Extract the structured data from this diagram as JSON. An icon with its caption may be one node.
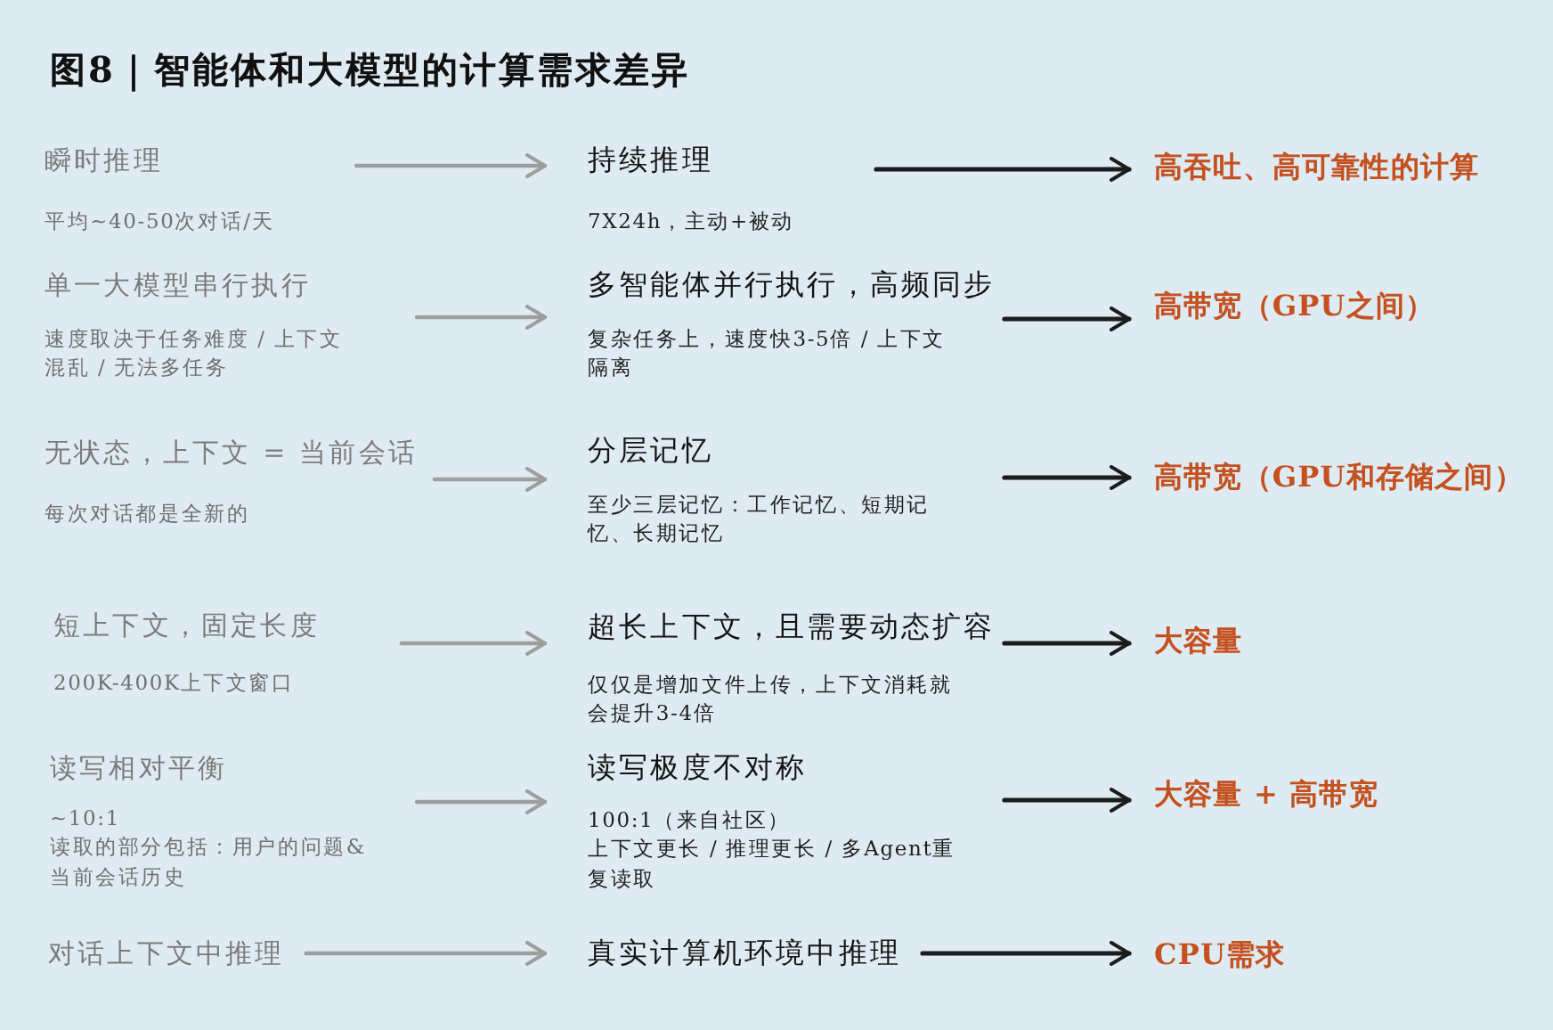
{
  "diagram": {
    "title": "图8｜智能体和大模型的计算需求差异",
    "nodes": [
      {
        "text": [
          "瞬时推理",
          "平均~40-50次对话/天"
        ]
      },
      {
        "text": [
          "持续推理",
          "7X24h，主动+被动"
        ]
      },
      {
        "text": [
          "高吞吐、高可靠性的计算"
        ]
      },
      {
        "text": [
          "单一大模型串行执行",
          "速度取决于任务难度 / 上下文混乱 / 无法多任务"
        ]
      },
      {
        "text": [
          "多智能体并行执行，高频同步",
          "复杂任务上，速度快3-5倍 / 上下文隔离"
        ]
      },
      {
        "text": [
          "高带宽（GPU之间）"
        ]
      },
      {
        "text": [
          "无状态，上下文 = 当前会话",
          "每次对话都是全新的"
        ]
      },
      {
        "text": [
          "分层记忆",
          "至少三层记忆：工作记忆、短期记忆、长期记忆"
        ]
      },
      {
        "text": [
          "高带宽（GPU和存储之间）"
        ]
      },
      {
        "text": [
          "短上下文，固定长度",
          "200K-400K上下文窗口"
        ]
      },
      {
        "text": [
          "超长上下文，且需要动态扩容",
          "仅仅是增加文件上传，上下文消耗就会提升3-4倍"
        ]
      },
      {
        "text": [
          "大容量"
        ]
      },
      {
        "text": [
          "读写相对平衡",
          "~10:1",
          "读取的部分包括：用户的问题&当前会话历史"
        ]
      },
      {
        "text": [
          "读写极度不对称",
          "100:1（来自社区）",
          "上下文更长 / 推理更长 / 多Agent重复读取"
        ]
      },
      {
        "text": [
          "大容量 + 高带宽"
        ]
      },
      {
        "text": [
          "对话上下文中推理"
        ]
      },
      {
        "text": [
          "真实计算机环境中推理"
        ]
      },
      {
        "text": [
          "CPU需求"
        ]
      }
    ],
    "edges": [
      {
        "from": 0,
        "to": 1,
        "arrow": "to",
        "color": "#9e9e9e"
      },
      {
        "from": 1,
        "to": 2,
        "arrow": "to",
        "color": "#1c1c1c"
      },
      {
        "from": 3,
        "to": 4,
        "arrow": "to",
        "color": "#9e9e9e"
      },
      {
        "from": 4,
        "to": 5,
        "arrow": "to",
        "color": "#1c1c1c"
      },
      {
        "from": 6,
        "to": 7,
        "arrow": "to",
        "color": "#9e9e9e"
      },
      {
        "from": 7,
        "to": 8,
        "arrow": "to",
        "color": "#1c1c1c"
      },
      {
        "from": 9,
        "to": 10,
        "arrow": "to",
        "color": "#9e9e9e"
      },
      {
        "from": 10,
        "to": 11,
        "arrow": "to",
        "color": "#1c1c1c"
      },
      {
        "from": 12,
        "to": 13,
        "arrow": "to",
        "color": "#9e9e9e"
      },
      {
        "from": 13,
        "to": 14,
        "arrow": "to",
        "color": "#1c1c1c"
      },
      {
        "from": 15,
        "to": 16,
        "arrow": "to",
        "color": "#9e9e9e"
      },
      {
        "from": 16,
        "to": 17,
        "arrow": "to",
        "color": "#1c1c1c"
      }
    ]
  }
}
